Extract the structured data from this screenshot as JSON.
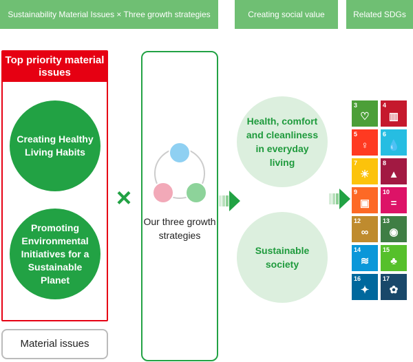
{
  "headers": {
    "materiality": "Sustainability Material Issues × Three growth strategies",
    "social_value": "Creating social value",
    "sdgs": "Related SDGs"
  },
  "priority": {
    "title": "Top priority material issues",
    "issues": [
      "Creating Healthy Living Habits",
      "Promoting Environmental Initiatives for a Sustainable Planet"
    ]
  },
  "material_issues_label": "Material issues",
  "cross_symbol": "×",
  "strategies_label": "Our three growth strategies",
  "social_values": [
    "Health, comfort and cleanliness in everyday living",
    "Sustainable society"
  ],
  "sdg_tiles": [
    {
      "num": "3",
      "color": "#4c9f38",
      "icon": "heartbeat-icon",
      "glyph": "♡"
    },
    {
      "num": "4",
      "color": "#c5192d",
      "icon": "book-icon",
      "glyph": "▥"
    },
    {
      "num": "5",
      "color": "#ff3a21",
      "icon": "gender-icon",
      "glyph": "♀"
    },
    {
      "num": "6",
      "color": "#26bde2",
      "icon": "water-drop-icon",
      "glyph": "💧"
    },
    {
      "num": "7",
      "color": "#fcc30b",
      "icon": "sun-icon",
      "glyph": "☀"
    },
    {
      "num": "8",
      "color": "#a21942",
      "icon": "growth-chart-icon",
      "glyph": "▲"
    },
    {
      "num": "9",
      "color": "#fd6925",
      "icon": "cubes-icon",
      "glyph": "▣"
    },
    {
      "num": "10",
      "color": "#dd1367",
      "icon": "equality-icon",
      "glyph": "="
    },
    {
      "num": "12",
      "color": "#bf8b2e",
      "icon": "infinity-icon",
      "glyph": "∞"
    },
    {
      "num": "13",
      "color": "#3f7e44",
      "icon": "eye-globe-icon",
      "glyph": "◉"
    },
    {
      "num": "14",
      "color": "#0a97d9",
      "icon": "fish-icon",
      "glyph": "≋"
    },
    {
      "num": "15",
      "color": "#56c02b",
      "icon": "tree-icon",
      "glyph": "♣"
    },
    {
      "num": "16",
      "color": "#00689d",
      "icon": "dove-icon",
      "glyph": "✦"
    },
    {
      "num": "17",
      "color": "#19486a",
      "icon": "ring-icon",
      "glyph": "✿"
    }
  ],
  "colors": {
    "header_green": "#6fbf73",
    "accent_green": "#22a244",
    "light_green": "#dcefde",
    "priority_red": "#e60012",
    "strategy_blue": "#8fd0f2",
    "strategy_pink": "#f2a9b8",
    "strategy_green": "#8dd39a"
  }
}
